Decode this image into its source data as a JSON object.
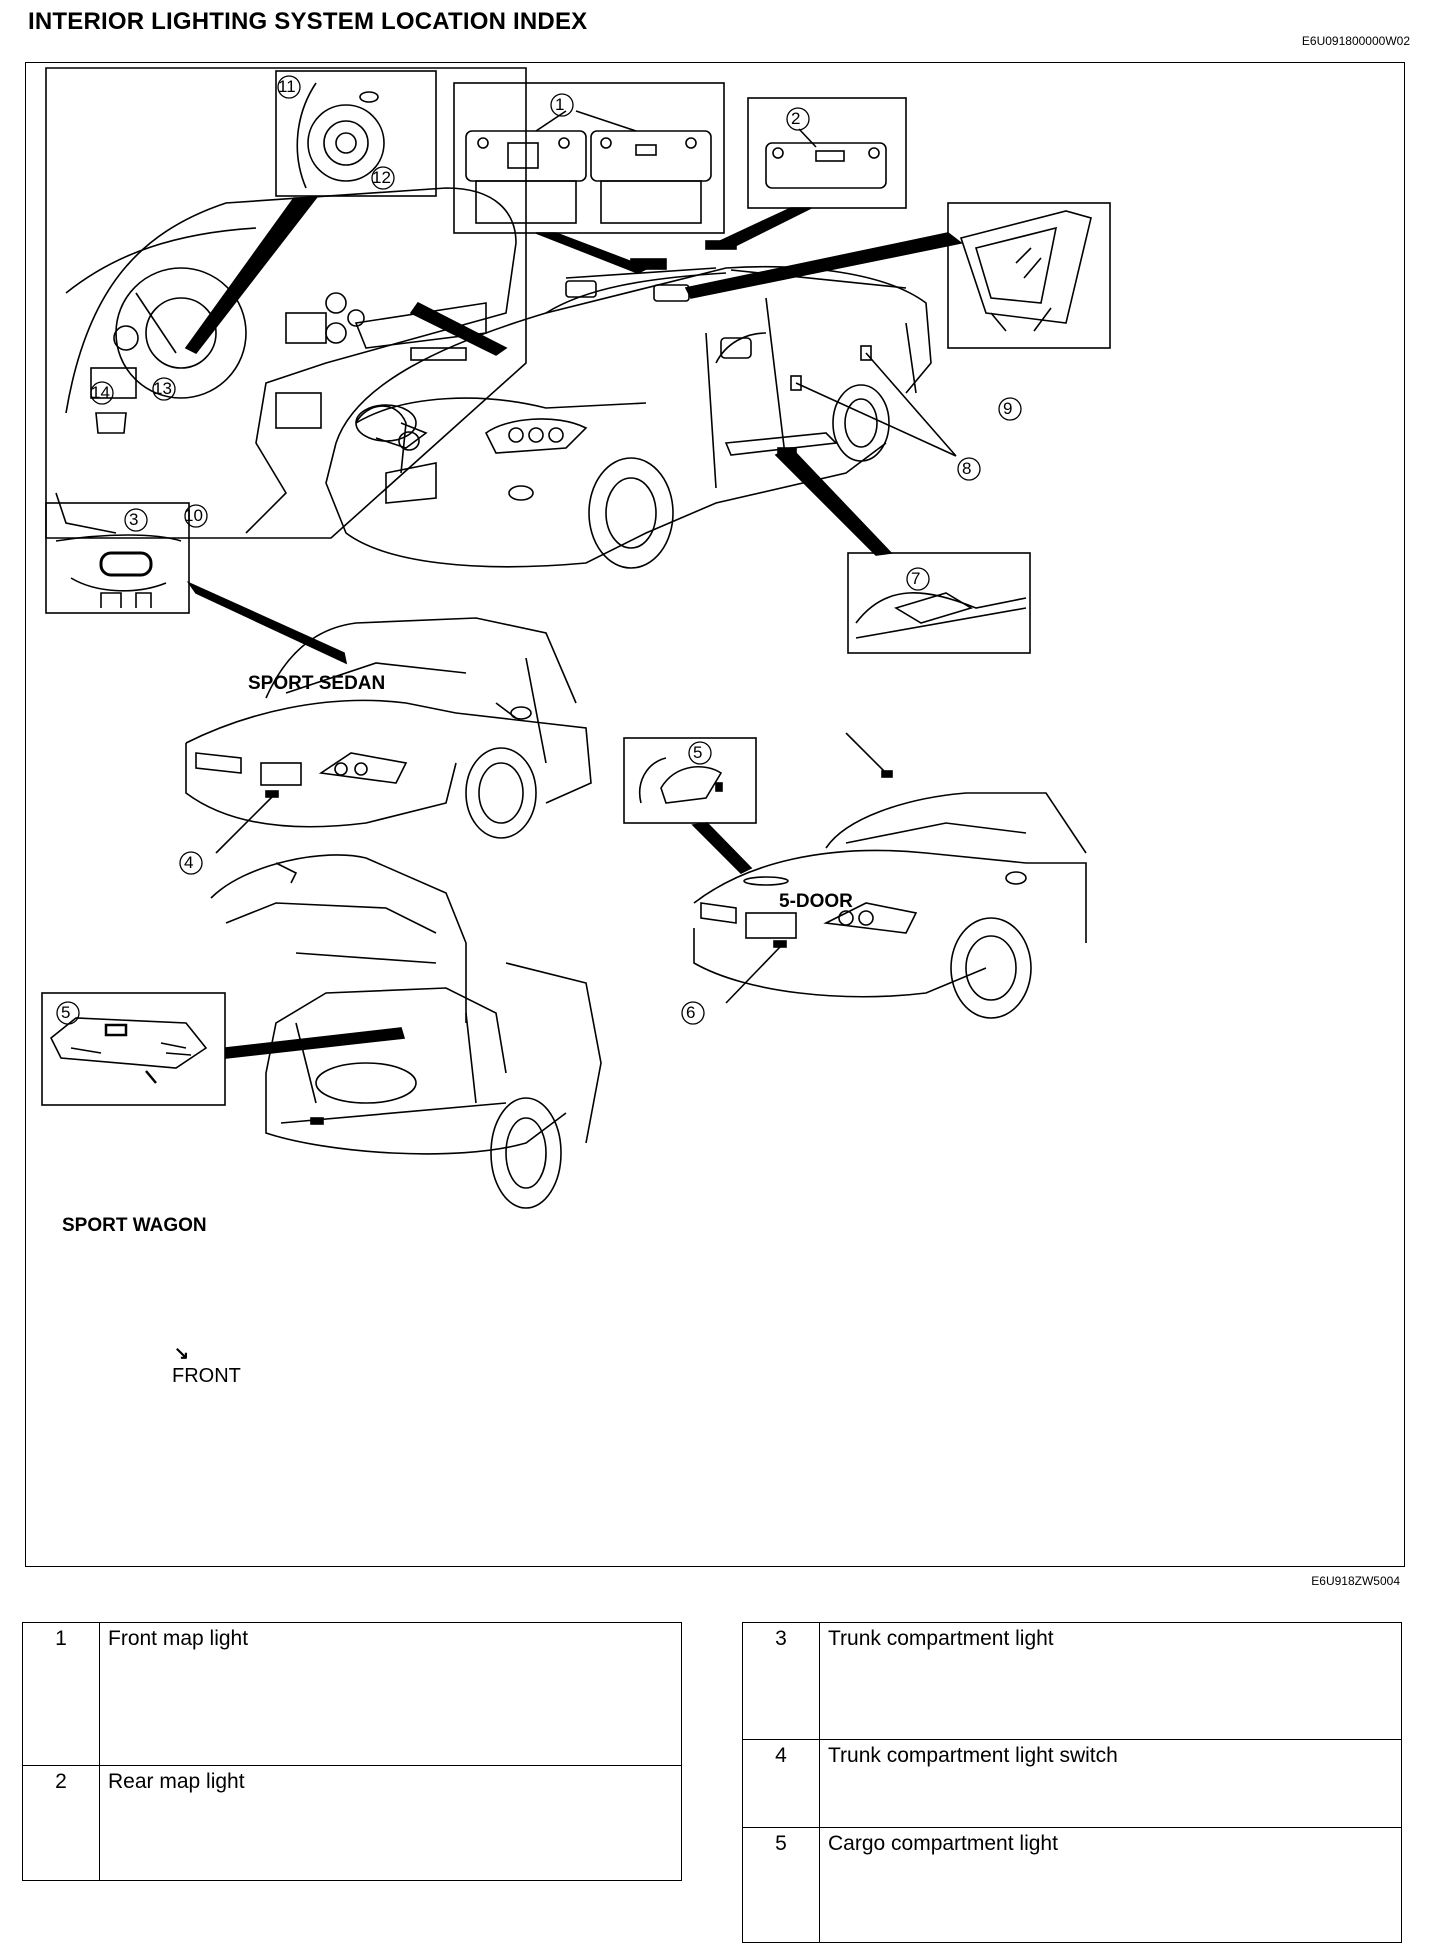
{
  "header": {
    "title": "INTERIOR LIGHTING SYSTEM LOCATION INDEX",
    "doc_code": "E6U091800000W02"
  },
  "figure": {
    "code": "E6U918ZW5004",
    "labels": {
      "sport_sedan": "SPORT SEDAN",
      "five_door": "5-DOOR",
      "sport_wagon": "SPORT WAGON",
      "front": "FRONT"
    },
    "callouts": [
      "1",
      "2",
      "3",
      "4",
      "5",
      "6",
      "7",
      "8",
      "9",
      "10",
      "11",
      "12",
      "13",
      "14"
    ]
  },
  "legend_left": [
    {
      "num": "1",
      "text": "Front map light"
    },
    {
      "num": "2",
      "text": "Rear map light"
    }
  ],
  "legend_right": [
    {
      "num": "3",
      "text": "Trunk compartment light"
    },
    {
      "num": "4",
      "text": "Trunk compartment light switch"
    },
    {
      "num": "5",
      "text": "Cargo compartment light"
    }
  ]
}
